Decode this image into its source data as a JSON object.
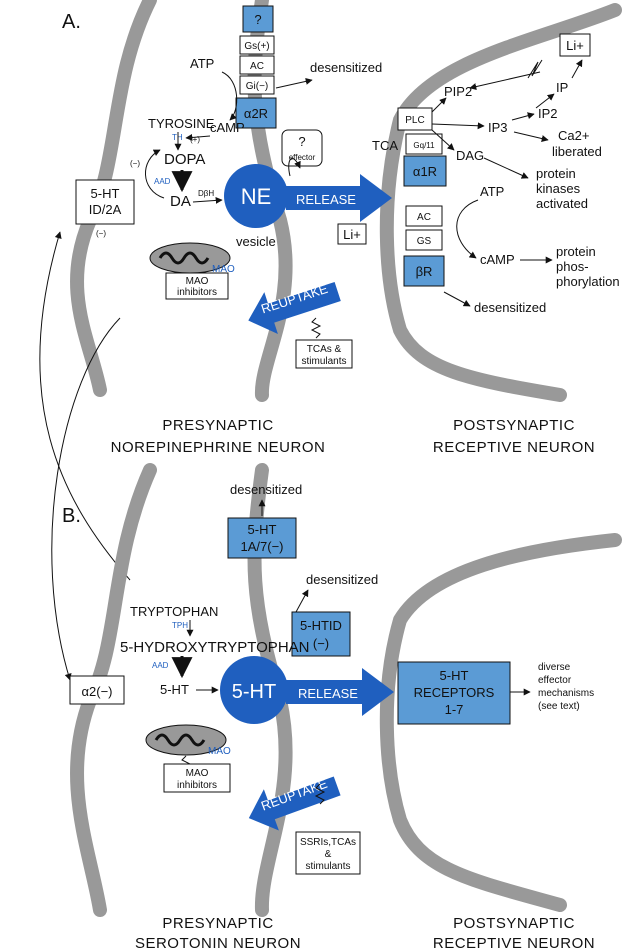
{
  "panelA": {
    "label": "A.",
    "top_q": "?",
    "gs_plus": "Gs(+)",
    "ac": "AC",
    "gi_minus": "Gi(−)",
    "atp": "ATP",
    "camp": "cAMP",
    "desensitized_top": "desensitized",
    "alpha2r": "α2R",
    "q_effector": "?",
    "effector": "effector",
    "tyrosine": "TYROSINE",
    "th": "TH",
    "plus_small": "(+)",
    "minus_small": "(−)",
    "dopa": "DOPA",
    "aad": "AAD",
    "da": "DA",
    "dbh": "DβH",
    "ne": "NE",
    "release": "RELEASE",
    "vesicle": "vesicle",
    "li": "Li+",
    "ht_box_line1": "5-HT",
    "ht_box_line2": "ID/2A",
    "ht_box_minus": "(−)",
    "mao": "MAO",
    "mao_inhibitors": [
      "MAO",
      "inhibitors"
    ],
    "reuptake": "REUPTAKE",
    "tcas": [
      "TCAs &",
      "stimulants"
    ],
    "pre_title": [
      "PRESYNAPTIC",
      "NOREPINEPHRINE NEURON"
    ],
    "post_title": [
      "POSTSYNAPTIC",
      "RECEPTIVE NEURON"
    ],
    "li_right": "Li+",
    "pip2": "PIP2",
    "ip": "IP",
    "ip2": "IP2",
    "ip3": "IP3",
    "plc": "PLC",
    "tca": "TCA",
    "gq": "Gq/11",
    "ca": "Ca2+",
    "liberated": "liberated",
    "dag": "DAG",
    "alpha1r": "α1R",
    "protein_kinases": [
      "protein",
      "kinases",
      "activated"
    ],
    "atp2": "ATP",
    "ac2": "AC",
    "gs2": "GS",
    "camp2": "cAMP",
    "protein_phos": [
      "protein",
      "phos-",
      "phorylation"
    ],
    "betar": "βR",
    "desensitized_beta": "desensitized"
  },
  "panelB": {
    "label": "B.",
    "desensitized1": "desensitized",
    "ht1a": [
      "5-HT",
      "1A/7(−)"
    ],
    "desensitized2": "desensitized",
    "htid": [
      "5-HTID",
      "(−)"
    ],
    "tryptophan": "TRYPTOPHAN",
    "tph": "TPH",
    "hydroxy": "5-HYDROXYTRYPTOPHAN",
    "aad": "AAD",
    "alpha2": "α2(−)",
    "ht_small": "5-HT",
    "ht_big": "5-HT",
    "release": "RELEASE",
    "receptors": [
      "5-HT",
      "RECEPTORS",
      "1-7"
    ],
    "diverse": [
      "diverse",
      "effector",
      "mechanisms",
      "(see text)"
    ],
    "mao": "MAO",
    "mao_inhibitors": [
      "MAO",
      "inhibitors"
    ],
    "reuptake": "REUPTAKE",
    "ssri": [
      "SSRIs,TCAs",
      "&",
      "stimulants"
    ],
    "pre_title": [
      "PRESYNAPTIC",
      "SEROTONIN NEURON"
    ],
    "post_title": [
      "POSTSYNAPTIC",
      "RECEPTIVE NEURON"
    ]
  },
  "colors": {
    "accent": "#1f5fbf",
    "receptor": "#5b9bd5",
    "membrane": "#999999"
  }
}
